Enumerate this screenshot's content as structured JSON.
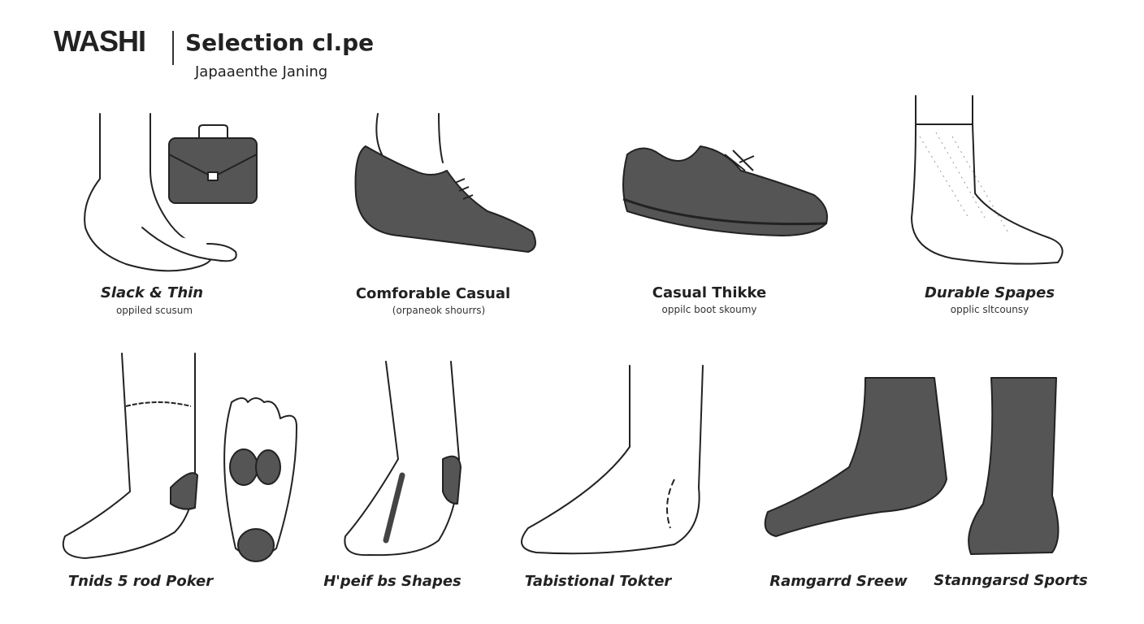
{
  "header": {
    "brand": "WASHI",
    "title": "Selection cl.pe",
    "subtitle": "Japaaenthe Janing"
  },
  "row1": [
    {
      "label": "Slack & Thin",
      "sub": "oppiled scusum",
      "icon": "bare-foot-with-briefcase"
    },
    {
      "label": "Comforable Casual",
      "sub": "(orpaneok shourrs)",
      "icon": "slip-on-shoe"
    },
    {
      "label": "Casual Thikke",
      "sub": "oppilc boot skoumy",
      "icon": "lace-up-shoe"
    },
    {
      "label": "Durable Spapes",
      "sub": "opplic sltcounsy",
      "icon": "mesh-sock"
    }
  ],
  "row2": [
    {
      "label": "Tnids 5 rod Poker",
      "icon": "toe-sock-and-sole"
    },
    {
      "label": "H'peif bs Shapes",
      "icon": "toe-separator-foot"
    },
    {
      "label": "Tabistional Tokter",
      "icon": "tabi-foot-outline"
    },
    {
      "label": "Ramgarrd Sreew",
      "icon": "dark-crew-sock"
    },
    {
      "label": "Stanngarsd Sports",
      "icon": "dark-toe-sock"
    }
  ],
  "colors": {
    "ink": "#222222",
    "fill": "#555555"
  }
}
